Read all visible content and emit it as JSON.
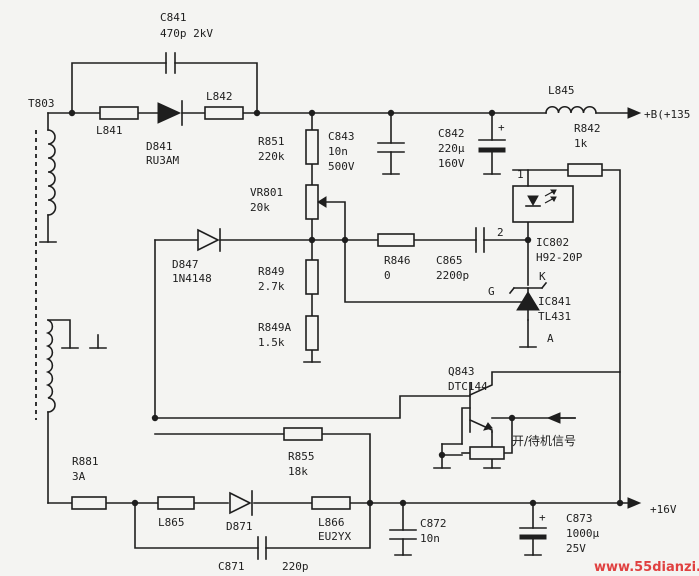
{
  "components": {
    "c841": {
      "ref": "C841",
      "value": "470p  2kV"
    },
    "t803": {
      "ref": "T803"
    },
    "l841": {
      "ref": "L841"
    },
    "d841": {
      "ref": "D841",
      "part": "RU3AM"
    },
    "l842": {
      "ref": "L842"
    },
    "l845": {
      "ref": "L845"
    },
    "b_out": {
      "label": "+B(+135"
    },
    "r851": {
      "ref": "R851",
      "value": "220k"
    },
    "c843": {
      "ref": "C843",
      "value": "10n",
      "voltage": "500V"
    },
    "c842": {
      "ref": "C842",
      "value": "220μ",
      "voltage": "160V"
    },
    "r842": {
      "ref": "R842",
      "value": "1k"
    },
    "vr801": {
      "ref": "VR801",
      "value": "20k"
    },
    "d847": {
      "ref": "D847",
      "part": "1N4148"
    },
    "r846": {
      "ref": "R846",
      "value": "0"
    },
    "c865": {
      "ref": "C865",
      "value": "2200p"
    },
    "ic802": {
      "ref": "IC802",
      "part": "H92-20P",
      "pin1": "1",
      "pin2": "2"
    },
    "ic841": {
      "ref": "IC841",
      "part": "TL431",
      "pin_k": "K",
      "pin_g": "G",
      "pin_a": "A"
    },
    "r849": {
      "ref": "R849",
      "value": "2.7k"
    },
    "r849a": {
      "ref": "R849A",
      "value": "1.5k"
    },
    "q843": {
      "ref": "Q843",
      "part": "DTC144"
    },
    "standby": {
      "label": "开/待机信号"
    },
    "r881": {
      "ref": "R881",
      "value": "3A"
    },
    "r855": {
      "ref": "R855",
      "value": "18k"
    },
    "l865": {
      "ref": "L865"
    },
    "d871": {
      "ref": "D871"
    },
    "l866": {
      "ref": "L866",
      "part": "EU2YX"
    },
    "c872": {
      "ref": "C872",
      "value": "10n"
    },
    "c873": {
      "ref": "C873",
      "value": "1000μ",
      "voltage": "25V"
    },
    "v16": {
      "label": "+16V"
    },
    "c871": {
      "ref": "C871",
      "value": "220p"
    }
  },
  "polarity": {
    "plus": "+"
  },
  "watermark": "www.55dianzi.com"
}
